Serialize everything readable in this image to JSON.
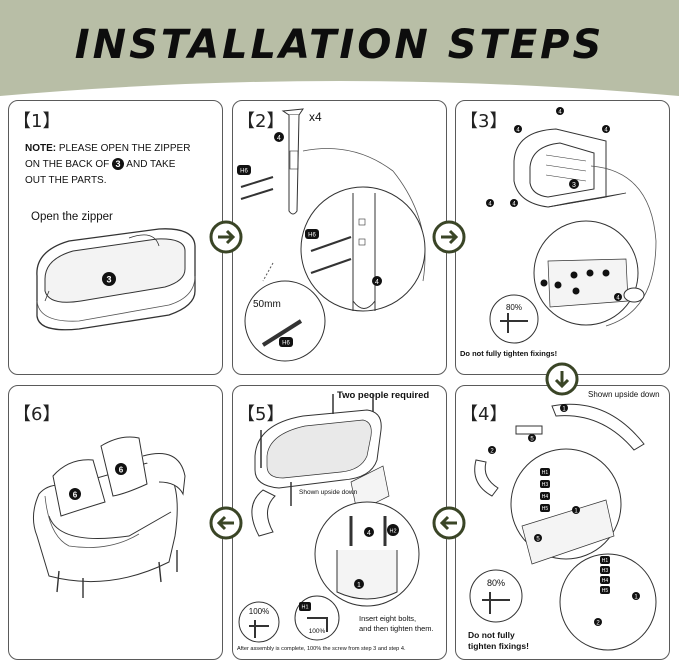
{
  "header": {
    "title": "INSTALLATION STEPS",
    "band_color": "#b8bea6"
  },
  "colors": {
    "accent": "#3a4526",
    "line": "#2b2b2b"
  },
  "steps": {
    "s1": {
      "label": "【1】",
      "note_prefix": "NOTE:",
      "note_line1": " PLEASE OPEN THE ZIPPER",
      "note_line2a": "ON THE BACK OF",
      "note_line2b": "AND TAKE",
      "note_line3": "OUT THE PARTS.",
      "zipper": "Open the zipper",
      "part": "3"
    },
    "s2": {
      "label": "【2】",
      "qty": "x4",
      "leg": "4",
      "bolt": "H6",
      "length": "50mm"
    },
    "s3": {
      "label": "【3】",
      "part": "3",
      "leg": "4",
      "pct": "80%",
      "warning": "Do not fully tighten fixings!"
    },
    "s4": {
      "label": "【4】",
      "pct": "80%",
      "warning1": "Do not fully",
      "warning2": "tighten fixings!",
      "p1": "1",
      "p2": "2",
      "p5": "5",
      "h1": "H1",
      "h3": "H3",
      "h4": "H4",
      "h5": "H5"
    },
    "s5": {
      "label": "【5】",
      "title": "Two people required",
      "upside": "Shown upside down",
      "pct": "100%",
      "h1": "H1",
      "instr1": "Insert eight bolts,",
      "instr2": "and then tighten them.",
      "footer": "After assembly is complete, 100% the screw from step 3 and step 4.",
      "part4": "4",
      "partH2": "H2",
      "part1": "1"
    },
    "s6": {
      "label": "【6】",
      "cushion": "6"
    },
    "between": {
      "upside_right": "Shown upside down"
    }
  }
}
